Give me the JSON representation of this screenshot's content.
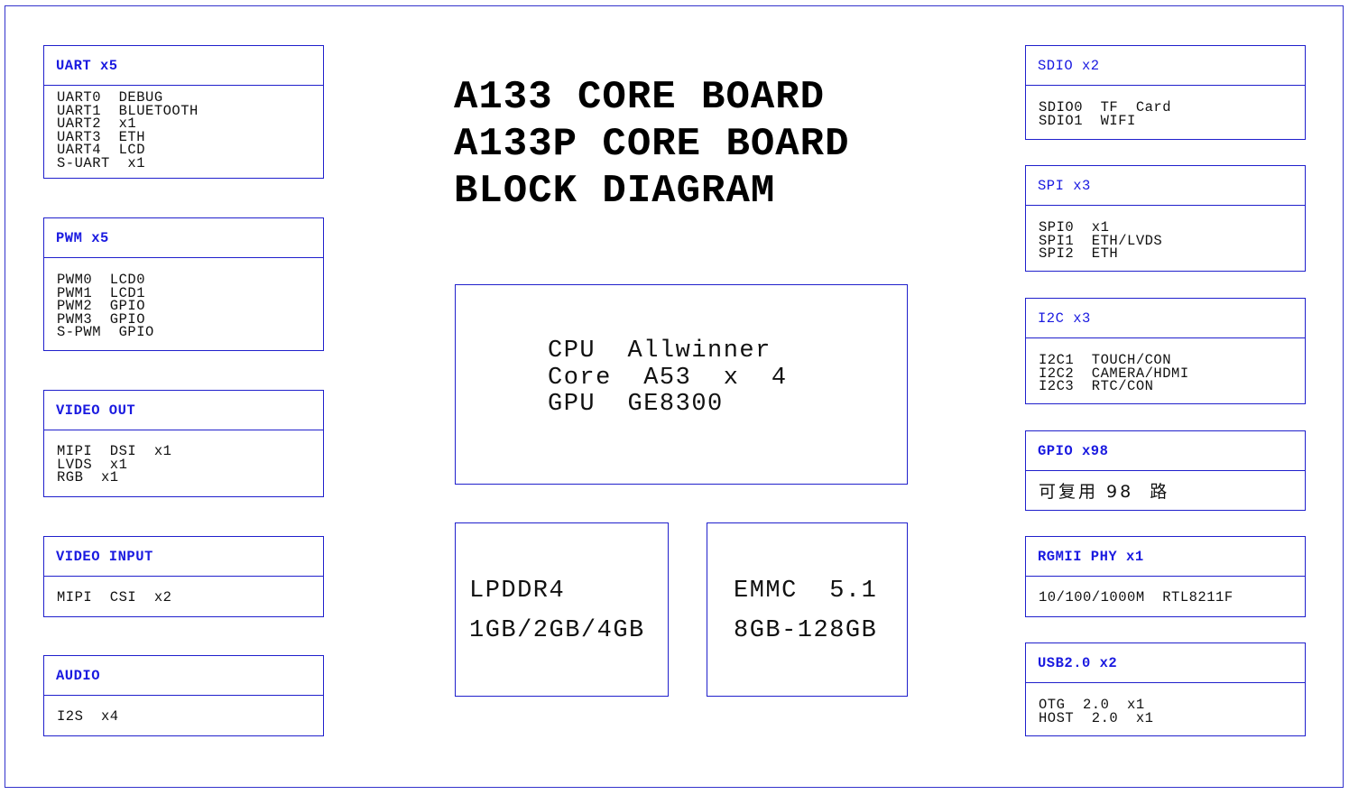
{
  "title": {
    "line1": "A133 CORE BOARD",
    "line2": "A133P CORE BOARD",
    "line3": "BLOCK DIAGRAM"
  },
  "left": {
    "uart": {
      "header": "UART x5",
      "lines": [
        "UART0  DEBUG",
        "UART1  BLUETOOTH",
        "UART2  x1",
        "UART3  ETH",
        "UART4  LCD",
        "S-UART  x1"
      ]
    },
    "pwm": {
      "header": "PWM x5",
      "lines": [
        "PWM0  LCD0",
        "PWM1  LCD1",
        "PWM2  GPIO",
        "PWM3  GPIO",
        "S-PWM  GPIO"
      ]
    },
    "video_out": {
      "header": "VIDEO  OUT",
      "lines": [
        "MIPI  DSI  x1",
        "LVDS  x1",
        "RGB  x1"
      ]
    },
    "video_input": {
      "header": "VIDEO  INPUT",
      "lines": [
        "MIPI  CSI  x2"
      ]
    },
    "audio": {
      "header": "AUDIO",
      "lines": [
        "I2S  x4"
      ]
    }
  },
  "right": {
    "sdio": {
      "header": "SDIO  x2",
      "lines": [
        "SDIO0  TF  Card",
        "SDIO1  WIFI"
      ]
    },
    "spi": {
      "header": "SPI  x3",
      "lines": [
        "SPI0  x1",
        "SPI1  ETH/LVDS",
        "SPI2  ETH"
      ]
    },
    "i2c": {
      "header": "I2C  x3",
      "lines": [
        "I2C1  TOUCH/CON",
        "I2C2  CAMERA/HDMI",
        "I2C3  RTC/CON"
      ]
    },
    "gpio": {
      "header": "GPIO  x98",
      "lines": [
        "可复用 98  路"
      ]
    },
    "rgmii": {
      "header": "RGMII  PHY  x1",
      "lines": [
        "10/100/1000M  RTL8211F"
      ]
    },
    "usb": {
      "header": "USB2.0  x2",
      "lines": [
        "OTG  2.0  x1",
        "HOST  2.0  x1"
      ]
    }
  },
  "cpu": {
    "lines": [
      "CPU  Allwinner",
      "Core  A53  x  4",
      "GPU  GE8300"
    ]
  },
  "lpddr": {
    "lines": [
      "LPDDR4",
      "1GB/2GB/4GB"
    ]
  },
  "emmc": {
    "lines": [
      "EMMC  5.1",
      "8GB-128GB"
    ]
  },
  "colors": {
    "border": "#2020cc",
    "header_text": "#1a1ae0",
    "body_text": "#111111"
  }
}
